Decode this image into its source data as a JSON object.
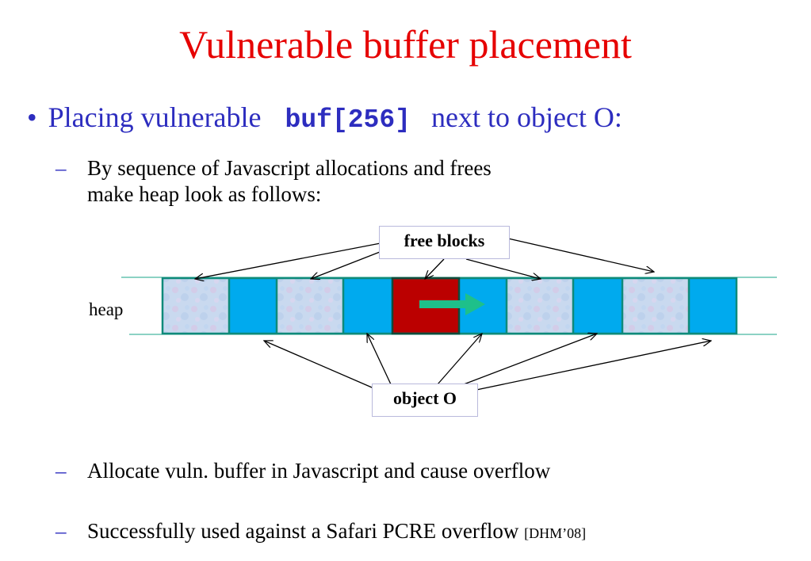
{
  "slide": {
    "title": "Vulnerable buffer placement",
    "bullet": {
      "marker": "•",
      "prefix": "Placing vulnerable",
      "code": "buf[256]",
      "suffix": "next to object O:"
    },
    "sub_dash": "–",
    "sub1_line1": "By sequence of Javascript allocations and frees",
    "sub1_line2": "make heap look as follows:",
    "sub2": "Allocate vuln. buffer in Javascript and cause overflow",
    "sub3_text": "Successfully used against a Safari PCRE overflow",
    "sub3_cite": "[DHM’08]"
  },
  "diagram": {
    "heap_label": "heap",
    "free_blocks_label": "free blocks",
    "object_label": "object O",
    "block_sequence": [
      "free",
      "object",
      "free",
      "object",
      "vuln-buffer",
      "object",
      "free",
      "object",
      "free",
      "object"
    ],
    "colors": {
      "object_block": "#00aaee",
      "vuln_buffer": "#bb0000",
      "free_block": "#c7d8ef",
      "heap_border": "#0f8a7a",
      "overflow_arrow": "#1ec08a",
      "title": "#e60000",
      "bullet": "#2d2dbf"
    }
  }
}
